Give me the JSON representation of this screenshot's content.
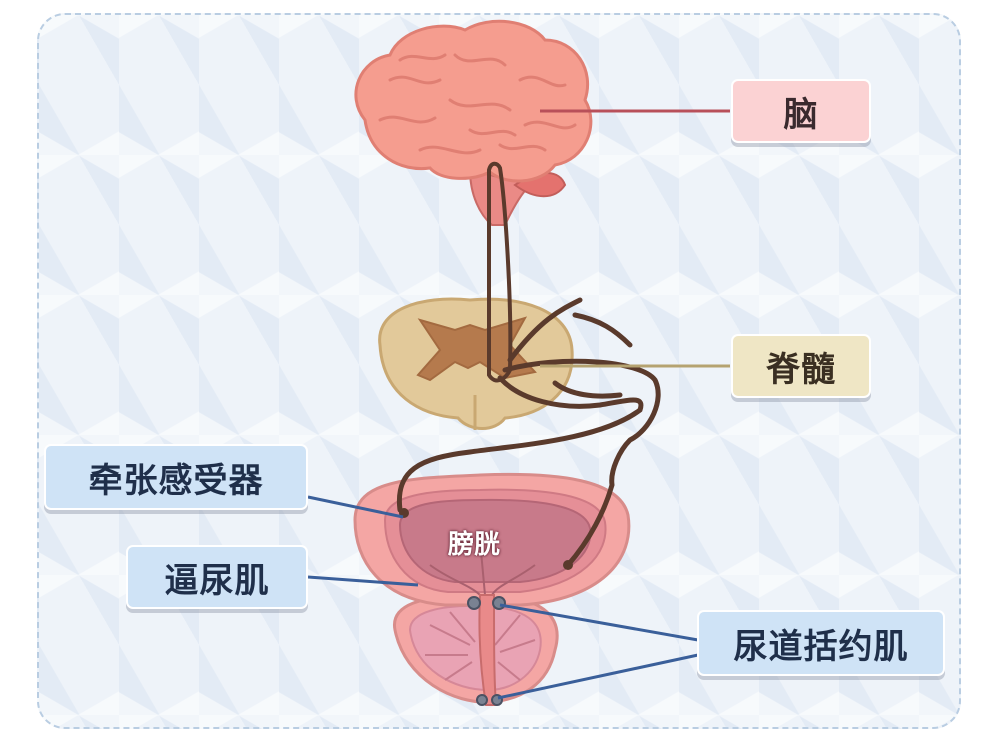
{
  "labels": {
    "brain": "脑",
    "spinal_cord": "脊髓",
    "stretch_receptor": "牵张感受器",
    "detrusor": "逼尿肌",
    "urethral_sphincter": "尿道括约肌",
    "bladder": "膀胱"
  },
  "colors": {
    "brain": "#f59d8f",
    "spinal_cord": "#e2c99a",
    "nerve": "#5a3a2c",
    "bladder_outer": "#f4a6a4",
    "bladder_inner": "#c87a8a",
    "leader_pink": "#b8505a",
    "leader_beige": "#b5a371",
    "leader_blue": "#3a5f9a"
  }
}
